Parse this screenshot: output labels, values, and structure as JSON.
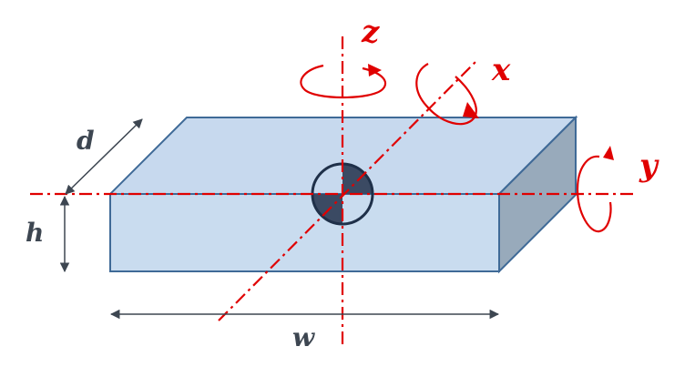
{
  "labels": {
    "z": "z",
    "x": "x",
    "y": "y",
    "d": "d",
    "h": "h",
    "w": "w"
  },
  "colors": {
    "axis": "#e00000",
    "box_front": "#c9dcef",
    "box_top": "#c7d9ee",
    "box_side": "#98aabb",
    "box_stroke": "#3f6a97",
    "dimension": "#3d4651",
    "centroid_dark": "#3b4a63",
    "centroid_ring": "#1f3049"
  },
  "icons": {
    "z_rotation": "rotation-arrow-icon",
    "x_rotation": "rotation-arrow-icon",
    "y_rotation": "rotation-arrow-icon"
  }
}
